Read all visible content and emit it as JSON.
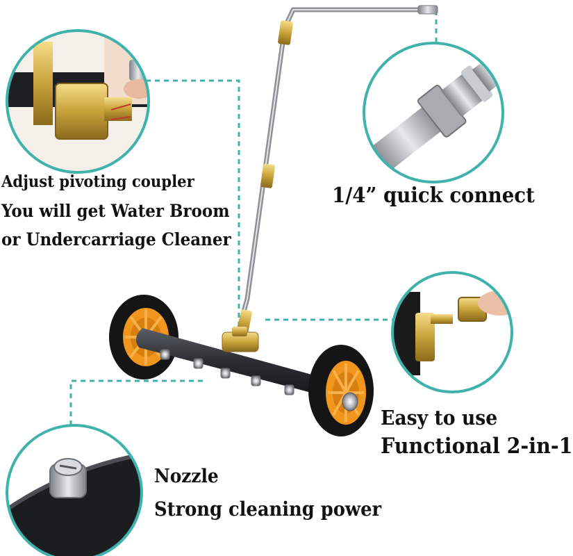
{
  "captions": {
    "coupler_line1": "Adjust pivoting coupler",
    "coupler_line2": "You will get Water Broom",
    "coupler_line3": "or Undercarriage Cleaner",
    "quick_connect": "1/4”  quick connect",
    "easy_line1": "Easy to use",
    "easy_line2": "Functional 2-in-1",
    "nozzle_line1": "Nozzle",
    "nozzle_line2": "Strong cleaning power"
  },
  "colors": {
    "callout_teal": "#3fb2ab",
    "wheel_orange": "#f0961c",
    "tire_black": "#151515",
    "brass": "#c9a23a",
    "steel": "#b9bcc0",
    "text": "#111111"
  },
  "icons": {
    "main_product": "undercarriage-cleaner-photo",
    "callout_top_left": "pivoting-coupler-photo",
    "callout_top_right": "quick-connect-plug-photo",
    "callout_mid_right": "quick-connect-attach-photo",
    "callout_bottom_left": "nozzle-closeup-photo"
  }
}
